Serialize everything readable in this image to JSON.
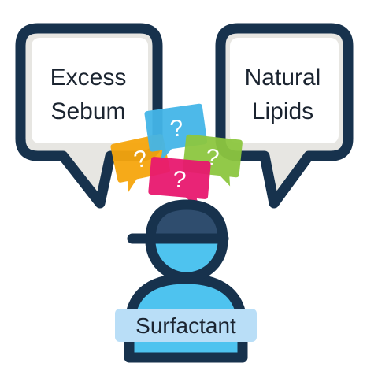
{
  "bubbles": {
    "left": {
      "line1": "Excess",
      "line2": "Sebum"
    },
    "right": {
      "line1": "Natural",
      "line2": "Lipids"
    }
  },
  "question_mark": "?",
  "person": {
    "label": "Surfactant"
  },
  "colors": {
    "outline": "#17324d",
    "bubble_fill": "#ffffff",
    "bubble_shade": "#e7e6e2",
    "person_fill": "#4ec3ef",
    "cap_fill": "#2f4d6e",
    "label_fill": "#b9def7",
    "q_blue": "#43b5e8",
    "q_orange": "#f5a50d",
    "q_green": "#8cc63f",
    "q_pink": "#e8186f"
  }
}
